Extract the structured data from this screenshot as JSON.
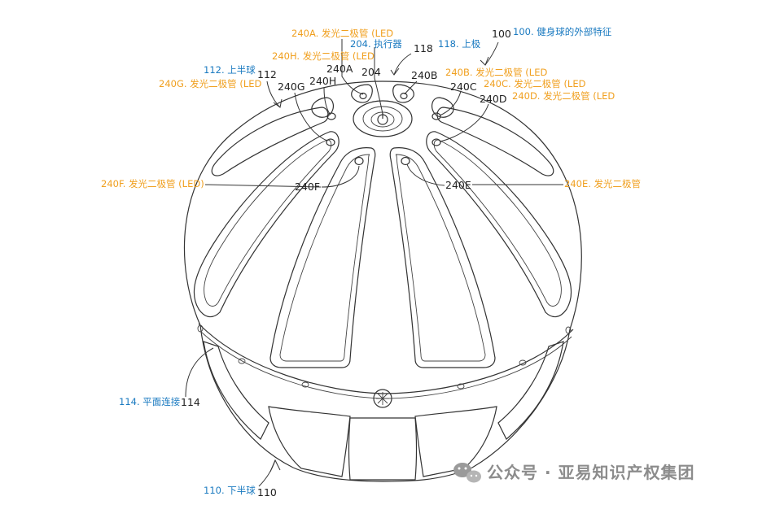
{
  "colors": {
    "orange_caption": "#f0a020",
    "blue_caption": "#1a7ac0",
    "line": "#333333",
    "watermark": "#8c8c8c"
  },
  "reference_numerals": {
    "r240A": "240A",
    "r204": "204",
    "r118": "118",
    "r100": "100",
    "r240H": "240H",
    "r240B": "240B",
    "r112": "112",
    "r240G": "240G",
    "r240C": "240C",
    "r240D": "240D",
    "r240F": "240F",
    "r240E": "240E",
    "r114": "114",
    "r110": "110"
  },
  "captions": {
    "c240A": "240A. 发光二极管 (LED",
    "c204": "204. 执行器",
    "c118": "118. 上极",
    "c100": "100. 健身球的外部特征",
    "c240H": "240H. 发光二极管 (LED",
    "c112": "112. 上半球",
    "c240B": "240B. 发光二极管 (LED",
    "c240G": "240G. 发光二极管 (LED",
    "c240C": "240C. 发光二极管 (LED",
    "c240D": "240D. 发光二极管 (LED",
    "c240F": "240F. 发光二极管 (LED)",
    "c240E": "240E. 发光二极管",
    "c114": "114. 平面连接",
    "c110": "110. 下半球"
  },
  "watermark": {
    "icon": "wechat-icon",
    "text": "公众号 · 亚易知识产权集团"
  }
}
